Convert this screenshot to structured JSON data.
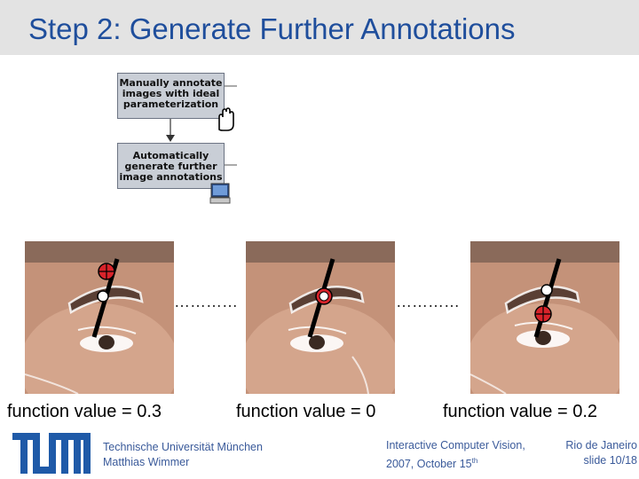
{
  "title": "Step 2: Generate Further Annotations",
  "flowchart": {
    "box1": [
      "Manually annotate",
      "images with ideal",
      "parameterization"
    ],
    "box2": [
      "Automatically",
      "generate further",
      "image annotations"
    ]
  },
  "separators": {
    "left": "…………",
    "right": "…………"
  },
  "captions": [
    "function value = 0.3",
    "function value = 0",
    "function value = 0.2"
  ],
  "footer": {
    "university": "Technische Universität München",
    "author": "Matthias Wimmer",
    "event_line1": "Interactive Computer Vision,",
    "event_line2_prefix": "2007, October 15",
    "event_line2_sup": "th",
    "location": "Rio de Janeiro",
    "slide": "slide 10/18",
    "logo": "TUM"
  },
  "colors": {
    "title": "#1f4e9c",
    "footer": "#3a5a9a",
    "marker_red": "#d8232a",
    "logo": "#1f5aa8"
  }
}
